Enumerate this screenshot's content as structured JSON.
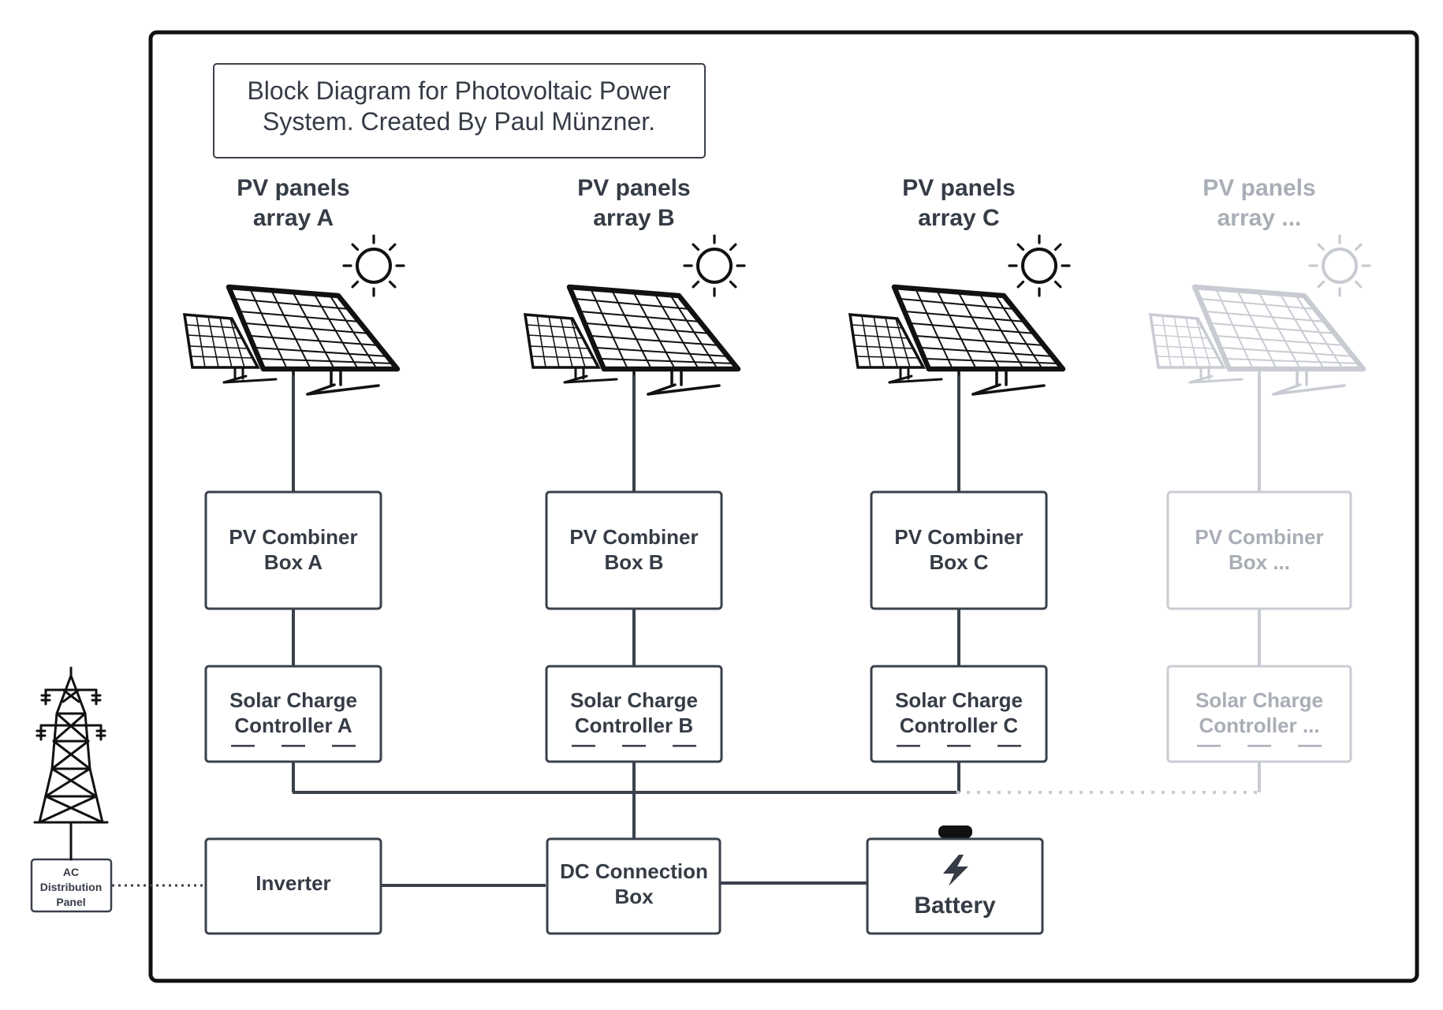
{
  "title": {
    "line1": "Block Diagram for Photovoltaic Power",
    "line2": "System. Created By Paul Münzner."
  },
  "arrays": [
    {
      "label_line1": "PV panels",
      "label_line2": "array A",
      "combiner_line1": "PV Combiner",
      "combiner_line2": "Box A",
      "controller_line1": "Solar Charge",
      "controller_line2": "Controller A",
      "faded": false
    },
    {
      "label_line1": "PV panels",
      "label_line2": "array B",
      "combiner_line1": "PV Combiner",
      "combiner_line2": "Box B",
      "controller_line1": "Solar Charge",
      "controller_line2": "Controller B",
      "faded": false
    },
    {
      "label_line1": "PV panels",
      "label_line2": "array C",
      "combiner_line1": "PV Combiner",
      "combiner_line2": "Box C",
      "controller_line1": "Solar Charge",
      "controller_line2": "Controller C",
      "faded": false
    },
    {
      "label_line1": "PV panels",
      "label_line2": "array ...",
      "combiner_line1": "PV Combiner",
      "combiner_line2": "Box ...",
      "controller_line1": "Solar Charge",
      "controller_line2": "Controller ...",
      "faded": true
    }
  ],
  "inverter": {
    "label": "Inverter"
  },
  "dc_box": {
    "line1": "DC Connection",
    "line2": "Box"
  },
  "battery": {
    "label": "Battery",
    "icon": "lightning-bolt-icon"
  },
  "ac_panel": {
    "line1": "AC",
    "line2": "Distribution",
    "line3": "Panel",
    "icon": "transmission-tower-icon"
  },
  "colors": {
    "stroke": "#3a414b",
    "text": "#363c46",
    "faded_stroke": "#c8ccd2",
    "faded_text": "#a9aeb6",
    "frame": "#111111",
    "panel_ink": "#111111"
  }
}
